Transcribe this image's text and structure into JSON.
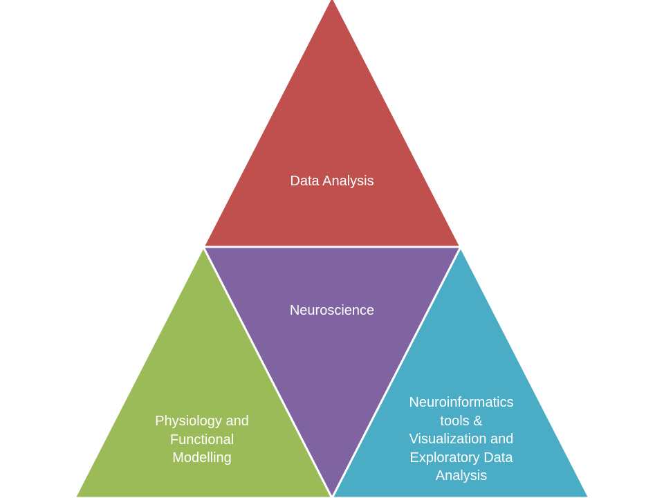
{
  "diagram": {
    "segments": {
      "top": {
        "label": "Data Analysis",
        "color": "#c0504d"
      },
      "center": {
        "label": "Neuroscience",
        "color": "#8064a2"
      },
      "left": {
        "label": "Physiology and\nFunctional\nModelling",
        "color": "#9bbb59"
      },
      "right": {
        "label": "Neuroinformatics\ntools &\nVisualization and\nExploratory Data\nAnalysis",
        "color": "#4bacc6"
      }
    },
    "outline_color": "#ffffff"
  }
}
